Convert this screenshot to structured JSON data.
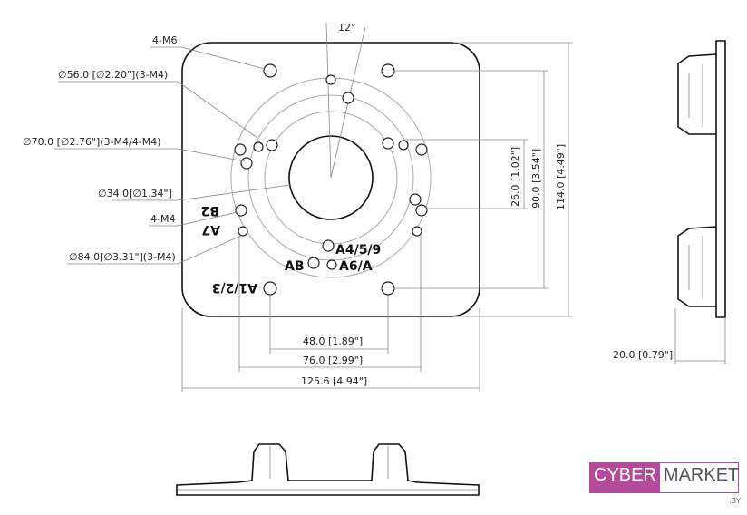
{
  "angle_label": "12°",
  "callouts": {
    "m6": "4-M6",
    "d56": "∅56.0 [∅2.20\"](3-M4)",
    "d70": "∅70.0 [∅2.76\"](3-M4/4-M4)",
    "d34": "∅34.0[∅1.34\"]",
    "m4": "4-M4",
    "d84": "∅84.0[∅3.31\"](3-M4)"
  },
  "hole_labels": {
    "b2": "B2",
    "a7": "A7",
    "a123": "A1/2/3",
    "a459": "A4/5/9",
    "ab": "AB",
    "a6a": "A6/A"
  },
  "dimensions": {
    "h48": "48.0 [1.89\"]",
    "h76": "76.0 [2.99\"]",
    "h125": "125.6 [4.94\"]",
    "v26": "26.0 [1.02\"]",
    "v90": "90.0 [3.54\"]",
    "v114": "114.0 [4.49\"]",
    "side20": "20.0 [0.79\"]"
  },
  "logo": {
    "part1": "CYBER",
    "part2": "MARKET",
    "suffix": ".BY",
    "color": "#b44a9a"
  }
}
